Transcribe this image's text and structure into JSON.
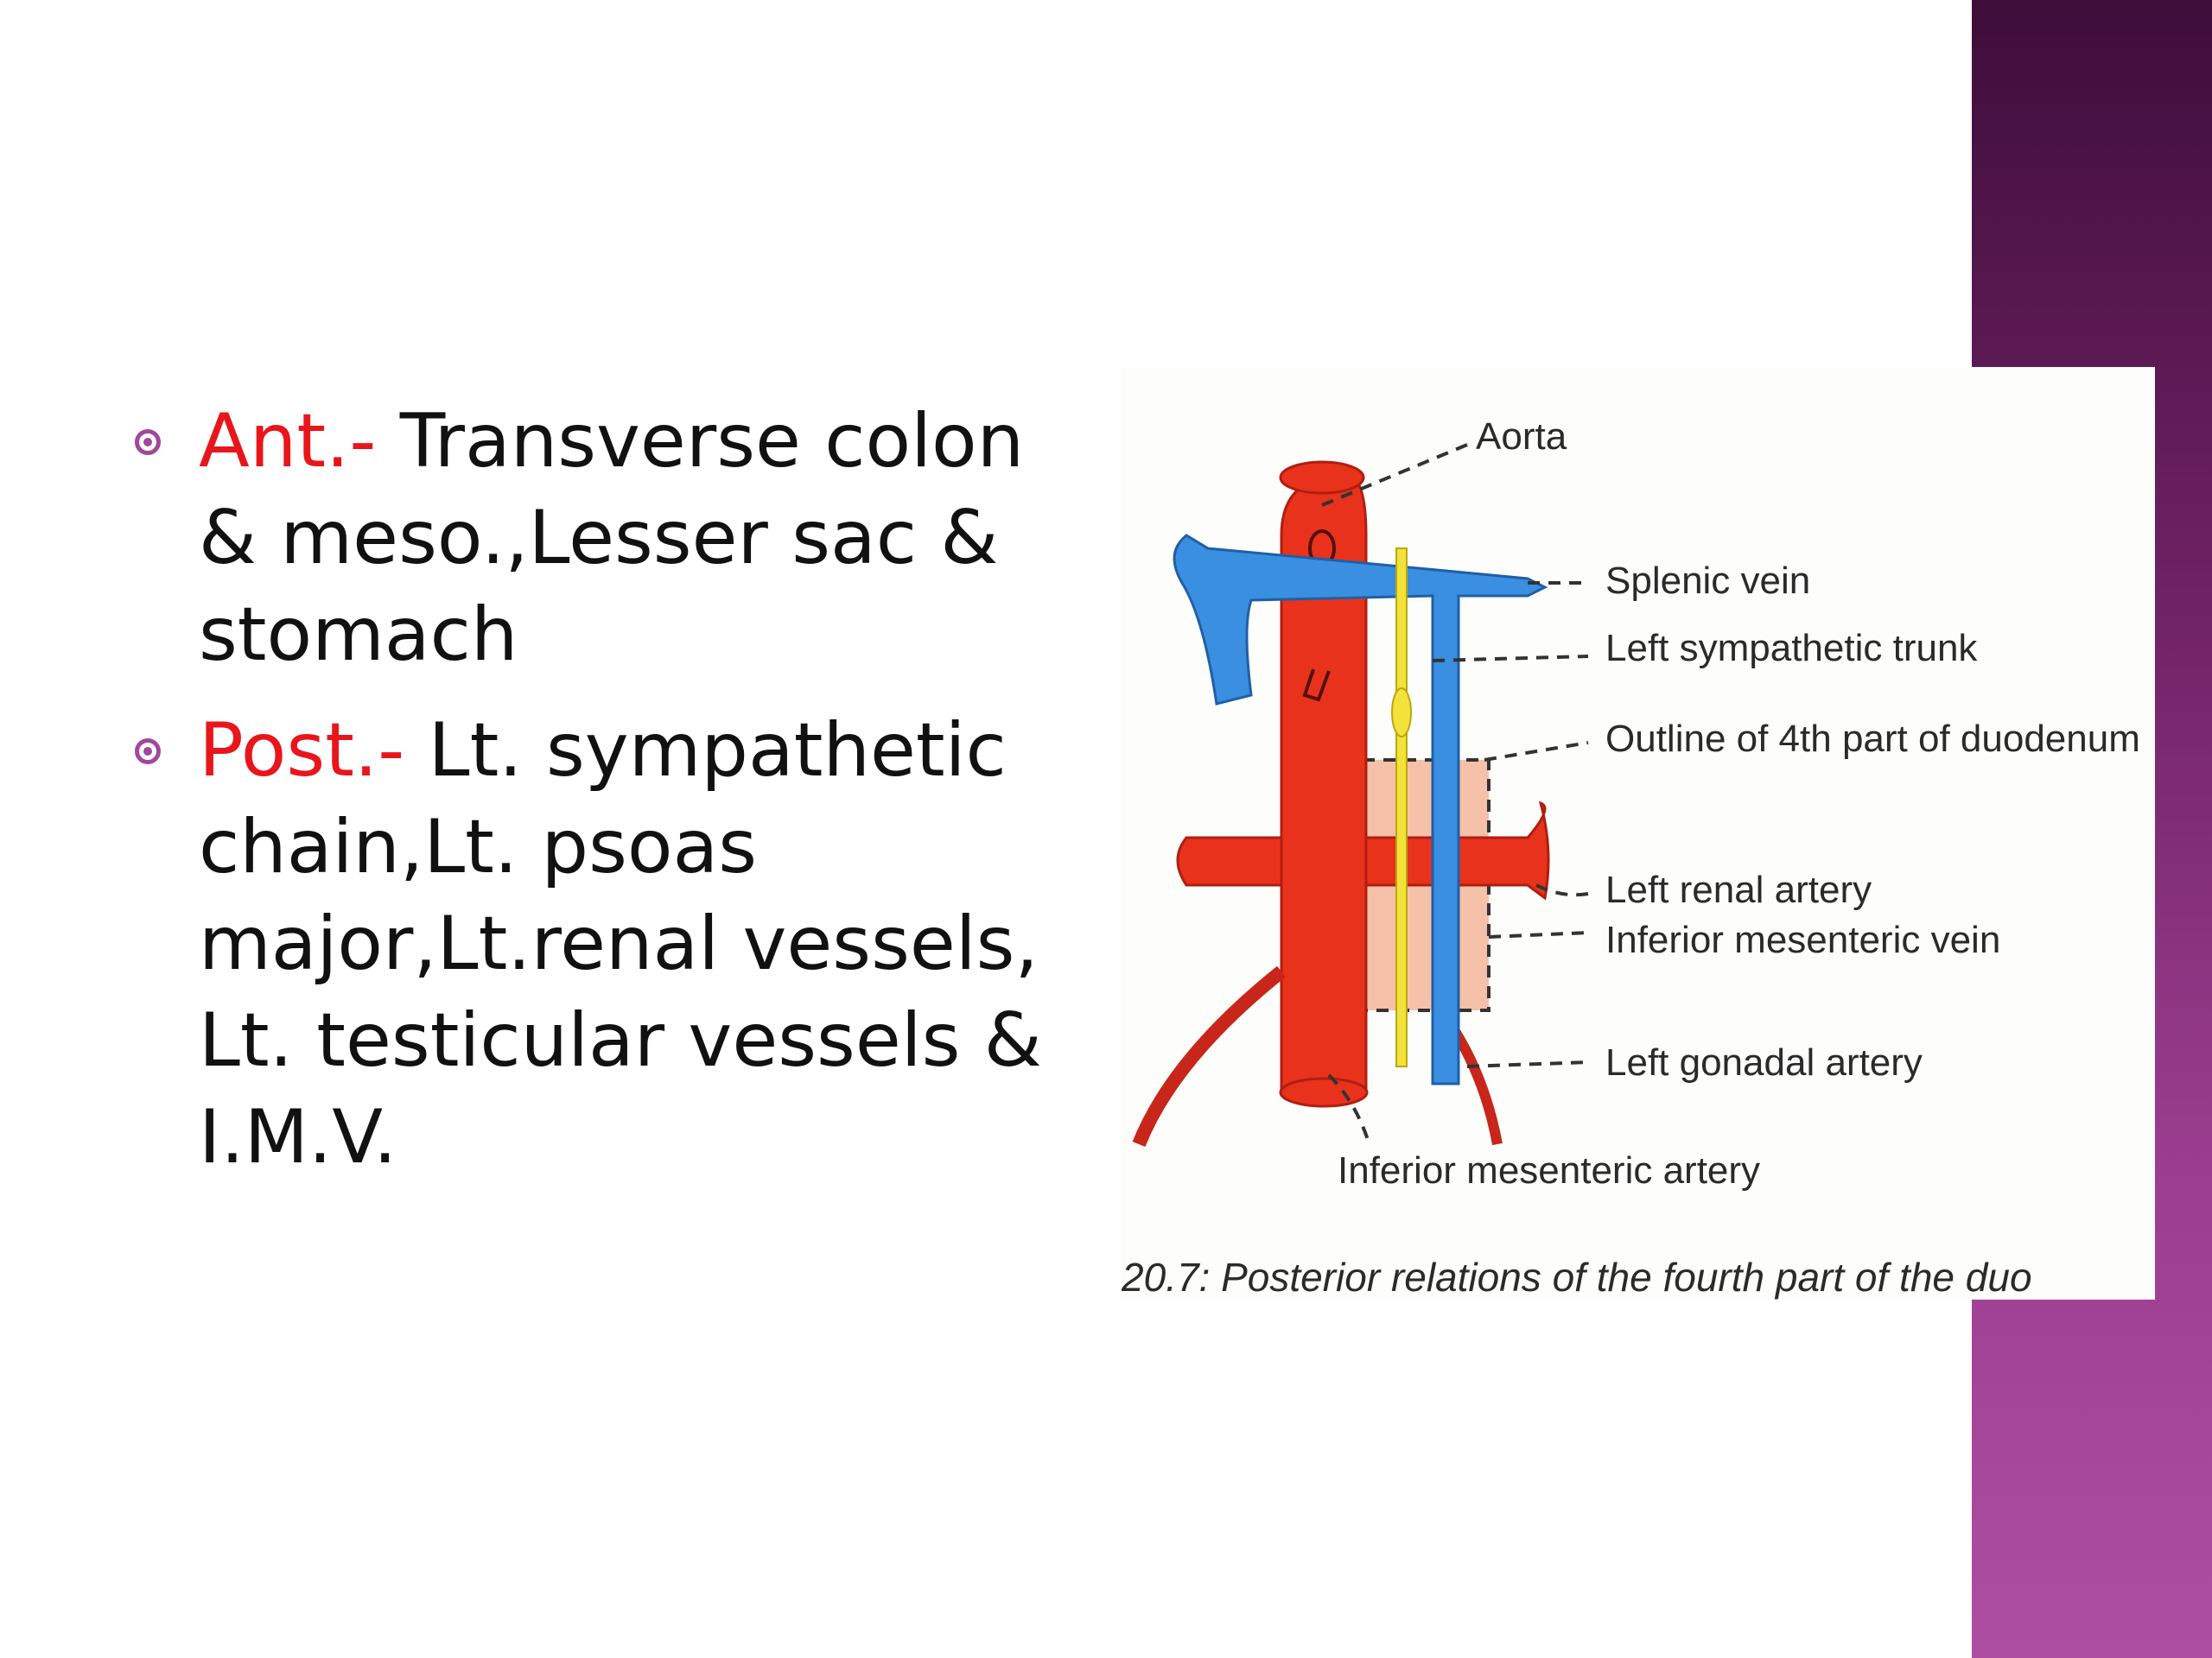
{
  "slide": {
    "bullets": [
      {
        "heading": "Ant.-",
        "text": " Transverse colon & meso.,Lesser sac & stomach"
      },
      {
        "heading": "Post.-",
        "text": " Lt. sympathetic chain,Lt. psoas major,Lt.renal vessels, Lt. testicular vessels & I.M.V."
      }
    ]
  },
  "figure": {
    "labels": {
      "aorta": "Aorta",
      "splenic_vein": "Splenic vein",
      "left_sympathetic_trunk": "Left sympathetic trunk",
      "outline_duodenum": "Outline of 4th part of duodenum",
      "left_renal_artery": "Left renal artery",
      "inferior_mesenteric_vein": "Inferior mesenteric vein",
      "left_gonadal_artery": "Left gonadal artery",
      "inferior_mesenteric_artery": "Inferior mesenteric artery"
    },
    "caption": "20.7: Posterior relations of the fourth part of the duo",
    "colors": {
      "artery": "#e8321c",
      "vein": "#3a8fe0",
      "sympathetic": "#f2e23a",
      "duodenum": "#f5c1a8"
    }
  }
}
